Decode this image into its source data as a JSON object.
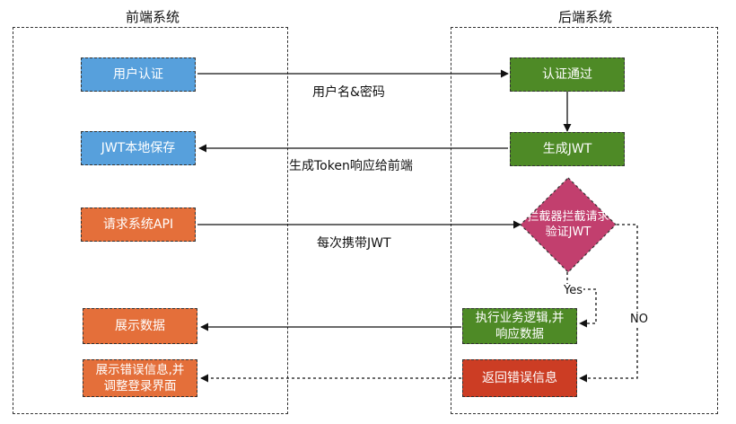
{
  "groups": {
    "frontend": "前端系统",
    "backend": "后端系统"
  },
  "frontend": {
    "user_auth": "用户认证",
    "jwt_save": "JWT本地保存",
    "request_api": "请求系统API",
    "show_data": "展示数据",
    "show_error": "展示错误信息,并\n调整登录界面"
  },
  "backend": {
    "auth_pass": "认证通过",
    "gen_jwt": "生成JWT",
    "interceptor": "拦截器拦截请求\n验证JWT",
    "exec_logic": "执行业务逻辑,并\n响应数据",
    "return_error": "返回错误信息"
  },
  "edges": {
    "username_password": "用户名&密码",
    "token_response": "生成Token响应给前端",
    "carry_jwt": "每次携带JWT",
    "yes": "Yes",
    "no": "NO"
  },
  "colors": {
    "frontend_auth": "#57a0dc",
    "frontend_action": "#e46f3a",
    "backend_ok": "#4e8a26",
    "backend_error": "#cc3d24",
    "diamond": "#c23f6e"
  }
}
